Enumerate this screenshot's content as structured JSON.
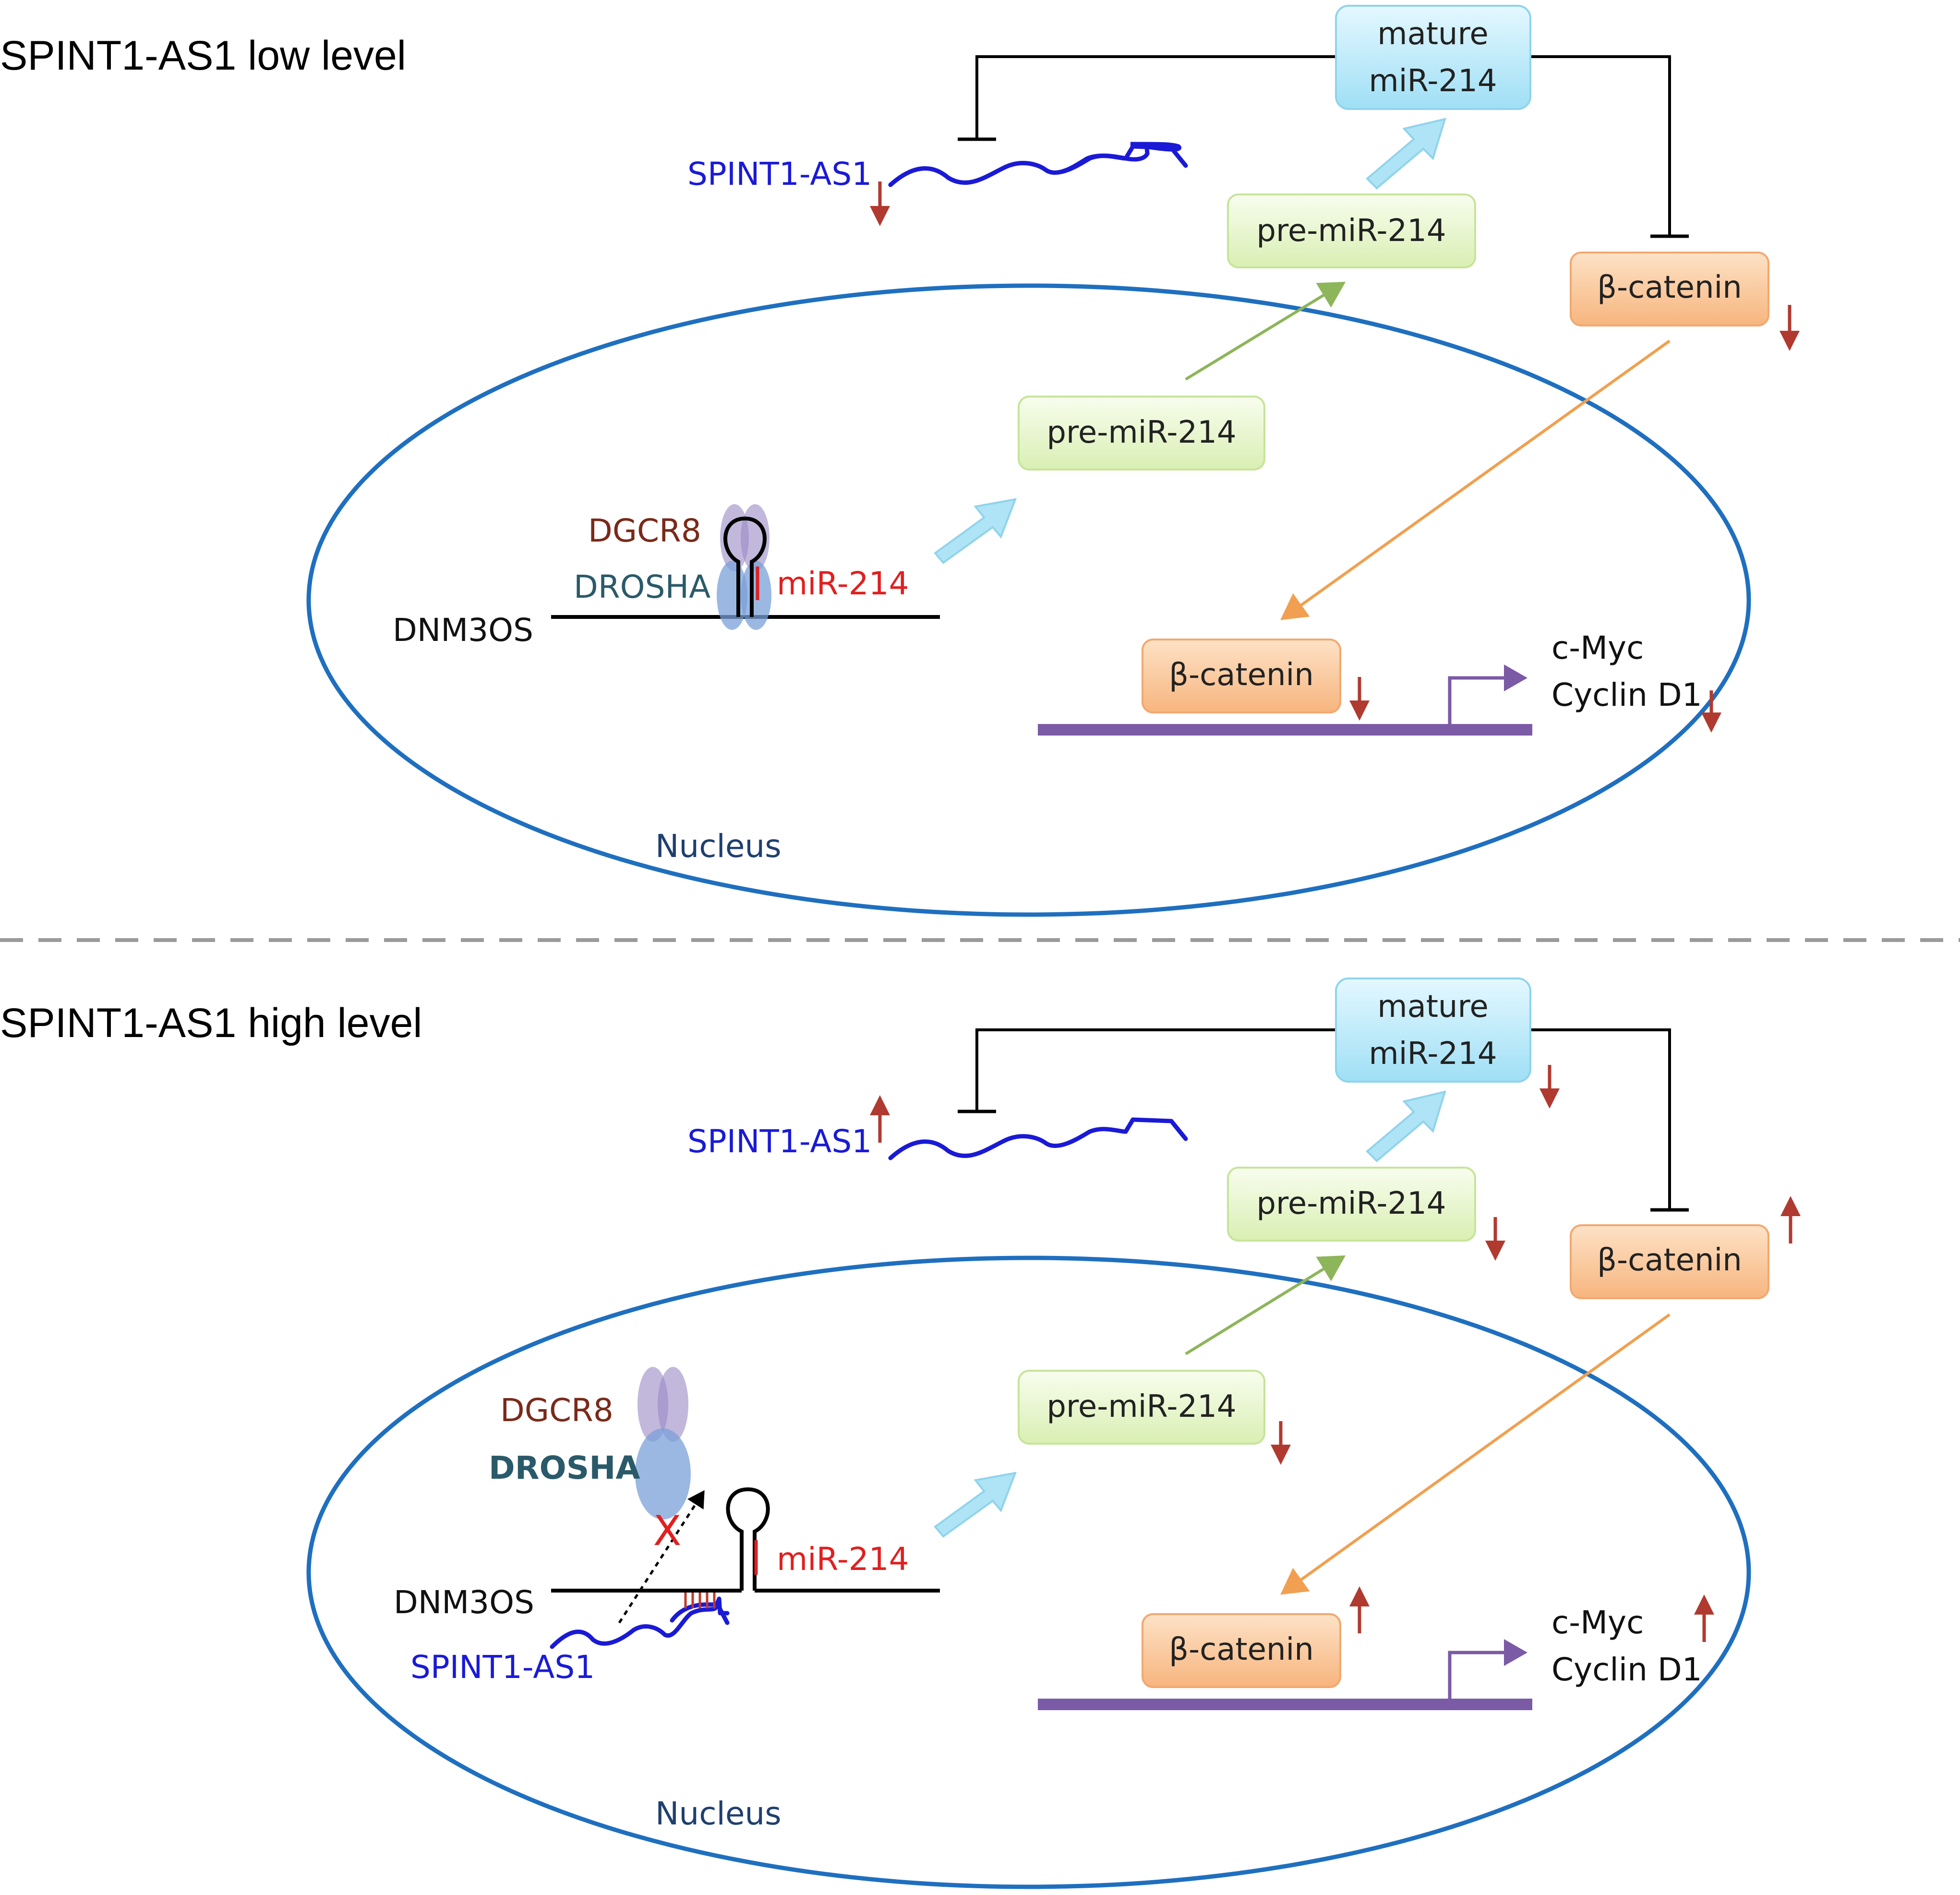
{
  "panels": [
    {
      "title": "SPINT1-AS1 low level",
      "mature_line1": "mature",
      "mature_line2": "miR-214",
      "spint_cyto": "SPINT1-AS1",
      "pre_cyto": "pre-miR-214",
      "bcat_cyto": "β-catenin",
      "pre_nuc": "pre-miR-214",
      "dgcr8": "DGCR8",
      "drosha": "DROSHA",
      "mir214": "miR-214",
      "dnm3os": "DNM3OS",
      "bcat_nuc": "β-catenin",
      "cmyc": "c-Myc",
      "cyclin": "Cyclin D1",
      "nucleus": "Nucleus"
    },
    {
      "title": "SPINT1-AS1 high level",
      "mature_line1": "mature",
      "mature_line2": "miR-214",
      "spint_cyto": "SPINT1-AS1",
      "pre_cyto": "pre-miR-214",
      "bcat_cyto": "β-catenin",
      "pre_nuc": "pre-miR-214",
      "dgcr8": "DGCR8",
      "drosha": "DROSHA",
      "mir214": "miR-214",
      "dnm3os": "DNM3OS",
      "bcat_nuc": "β-catenin",
      "cmyc": "c-Myc",
      "cyclin": "Cyclin D1",
      "nucleus": "Nucleus",
      "spint_nuc": "SPINT1-AS1",
      "block_mark": "X"
    }
  ],
  "colors": {
    "nucleus_outline": "#1f6fbf",
    "mature_fill": "#c9eefa",
    "pre_fill": "#eef8d6",
    "bcat_fill": "#fbcfa4",
    "spint_rna": "#1a1ad6",
    "mir_red": "#e02020",
    "dgcr8_text": "#7a2a1a",
    "drosha_text": "#2a5a6a",
    "promoter": "#7b5aa6",
    "green_arrow": "#8db55a",
    "orange_arrow": "#f0a050",
    "down_arrow": "#b03a30"
  }
}
